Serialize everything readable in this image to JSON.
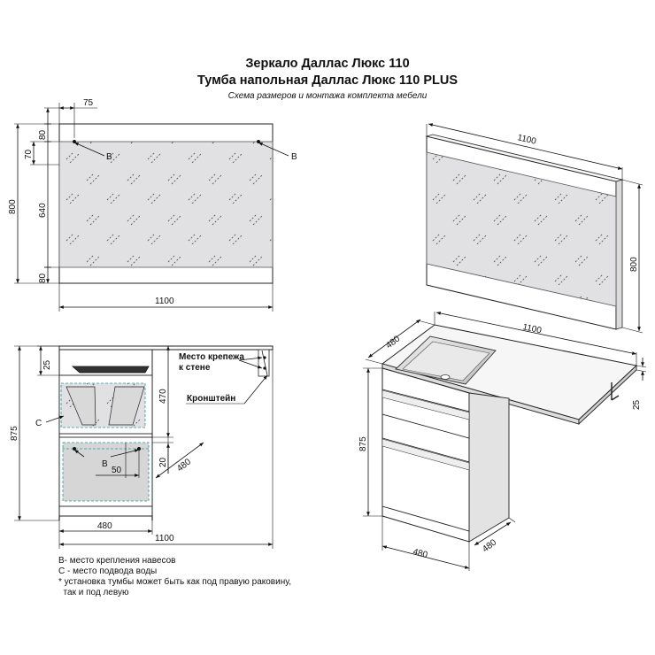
{
  "title_line1": "Зеркало Даллас Люкс 110",
  "title_line2": "Тумба напольная Даллас Люкс 110 PLUS",
  "subtitle": "Схема размеров и монтажа комплекта мебели",
  "mirror_front": {
    "d_top_75": "75",
    "d_80_top": "80",
    "d_70": "70",
    "d_640": "640",
    "d_800": "800",
    "d_80_bottom": "80",
    "d_1100": "1100",
    "label_b_left": "B",
    "label_b_right": "B"
  },
  "mirror_3d": {
    "d_1100": "1100",
    "d_800": "800"
  },
  "cabinet_front": {
    "d_25": "25",
    "d_470": "470",
    "d_875": "875",
    "d_20": "20",
    "d_480_diag": "480",
    "d_50": "50",
    "d_480_width": "480",
    "d_1100": "1100",
    "label_c": "C",
    "label_b": "B",
    "mount_label_line1": "Место крепежа",
    "mount_label_line2": "к стене",
    "bracket_label": "Кронштейн"
  },
  "cabinet_3d": {
    "d_480_depth_top": "480",
    "d_1100": "1100",
    "d_875": "875",
    "d_25": "25",
    "d_480_width": "480",
    "d_480_depth": "480"
  },
  "notes": [
    "B- место крепления навесов",
    "C - место подвода воды",
    "* установка тумбы может быть как под правую раковину,",
    "  так и под левую"
  ]
}
